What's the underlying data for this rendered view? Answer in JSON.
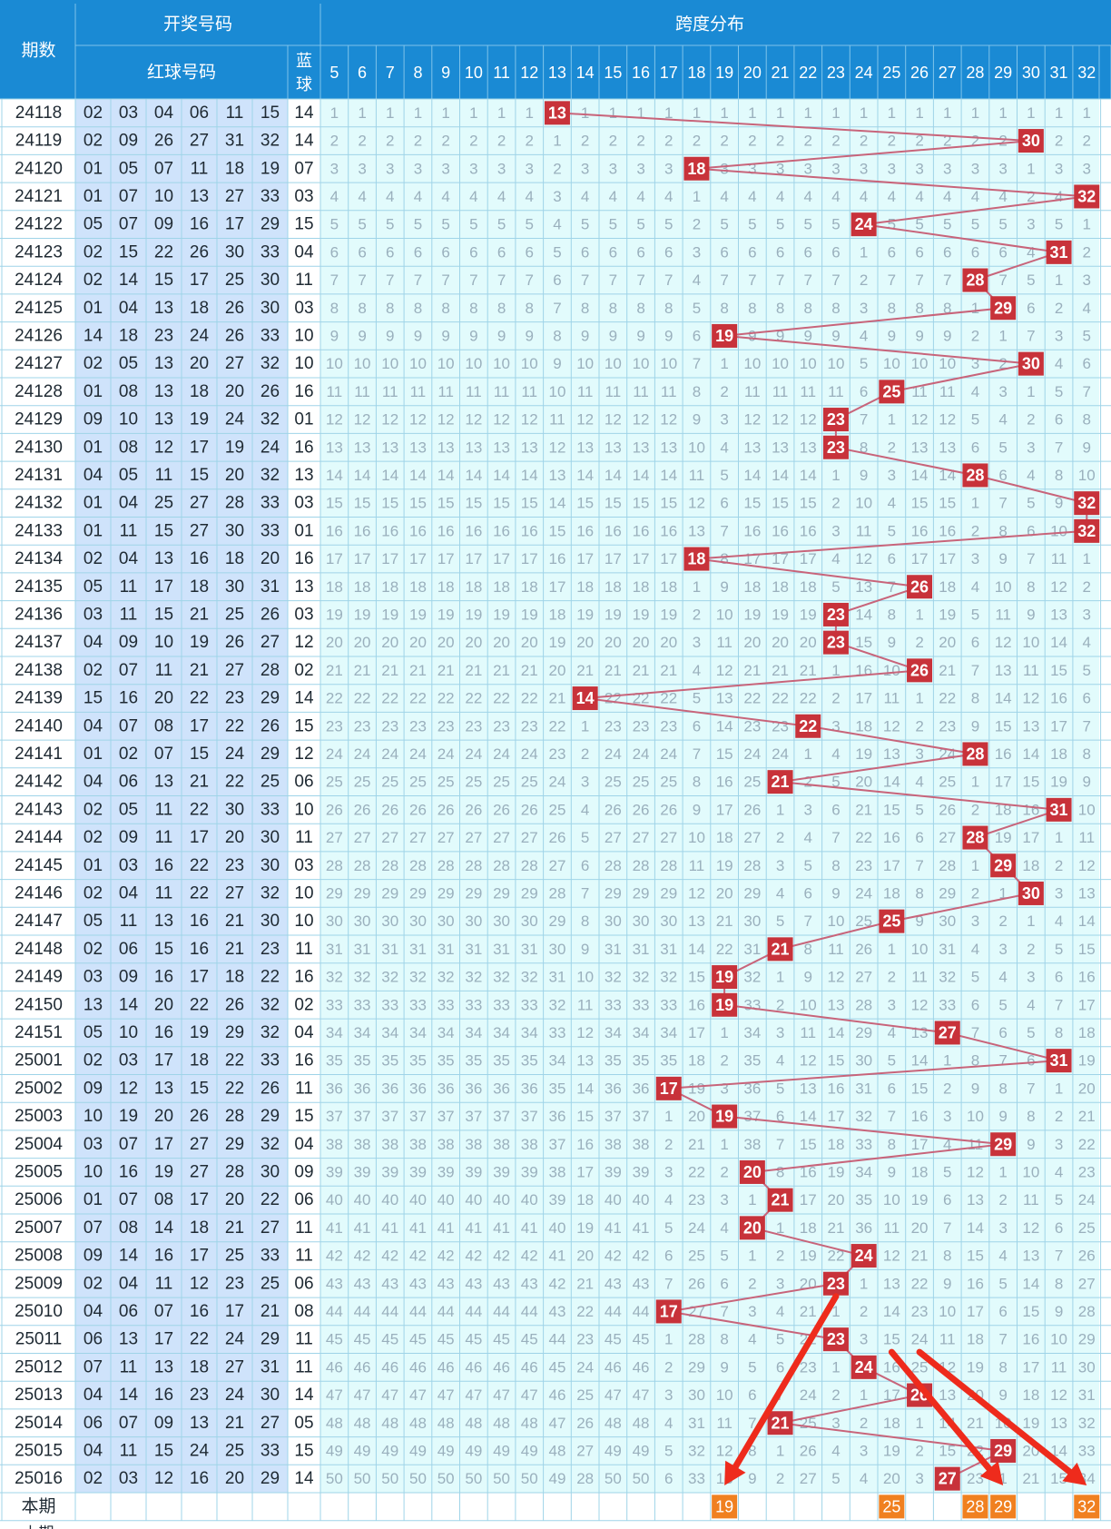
{
  "header": {
    "issue_label": "期数",
    "draw_group_label": "开奖号码",
    "red_label": "红球号码",
    "blue_label": "蓝球",
    "span_group_label": "跨度分布",
    "current_row_label": "本期",
    "next_row_label": "上期"
  },
  "colors": {
    "header_bg": "#1a8ad4",
    "grid_line": "#9fd4e8",
    "miss_text": "#9ab0bd",
    "hit_red": "#c8323a",
    "hit_orange": "#f08020",
    "arrow_red": "#ee2b1c",
    "line_color": "#c8647a"
  },
  "chart_data": {
    "type": "table",
    "title": "跨度分布",
    "span_columns": [
      5,
      6,
      7,
      8,
      9,
      10,
      11,
      12,
      13,
      14,
      15,
      16,
      17,
      18,
      19,
      20,
      21,
      22,
      23,
      24,
      25,
      26,
      27,
      28,
      29,
      30,
      31,
      32
    ],
    "rows": [
      {
        "issue": "24118",
        "red": [
          "02",
          "03",
          "04",
          "06",
          "11",
          "15"
        ],
        "blue": "14",
        "span": 13
      },
      {
        "issue": "24119",
        "red": [
          "02",
          "09",
          "26",
          "27",
          "31",
          "32"
        ],
        "blue": "14",
        "span": 30
      },
      {
        "issue": "24120",
        "red": [
          "01",
          "05",
          "07",
          "11",
          "18",
          "19"
        ],
        "blue": "07",
        "span": 18
      },
      {
        "issue": "24121",
        "red": [
          "01",
          "07",
          "10",
          "13",
          "27",
          "33"
        ],
        "blue": "03",
        "span": 32
      },
      {
        "issue": "24122",
        "red": [
          "05",
          "07",
          "09",
          "16",
          "17",
          "29"
        ],
        "blue": "15",
        "span": 24
      },
      {
        "issue": "24123",
        "red": [
          "02",
          "15",
          "22",
          "26",
          "30",
          "33"
        ],
        "blue": "04",
        "span": 31
      },
      {
        "issue": "24124",
        "red": [
          "02",
          "14",
          "15",
          "17",
          "25",
          "30"
        ],
        "blue": "11",
        "span": 28
      },
      {
        "issue": "24125",
        "red": [
          "01",
          "04",
          "13",
          "18",
          "26",
          "30"
        ],
        "blue": "03",
        "span": 29
      },
      {
        "issue": "24126",
        "red": [
          "14",
          "18",
          "23",
          "24",
          "26",
          "33"
        ],
        "blue": "10",
        "span": 19
      },
      {
        "issue": "24127",
        "red": [
          "02",
          "05",
          "13",
          "20",
          "27",
          "32"
        ],
        "blue": "10",
        "span": 30
      },
      {
        "issue": "24128",
        "red": [
          "01",
          "08",
          "13",
          "18",
          "20",
          "26"
        ],
        "blue": "16",
        "span": 25
      },
      {
        "issue": "24129",
        "red": [
          "09",
          "10",
          "13",
          "19",
          "24",
          "32"
        ],
        "blue": "01",
        "span": 23
      },
      {
        "issue": "24130",
        "red": [
          "01",
          "08",
          "12",
          "17",
          "19",
          "24"
        ],
        "blue": "16",
        "span": 23
      },
      {
        "issue": "24131",
        "red": [
          "04",
          "05",
          "11",
          "15",
          "20",
          "32"
        ],
        "blue": "13",
        "span": 28
      },
      {
        "issue": "24132",
        "red": [
          "01",
          "04",
          "25",
          "27",
          "28",
          "33"
        ],
        "blue": "03",
        "span": 32
      },
      {
        "issue": "24133",
        "red": [
          "01",
          "11",
          "15",
          "27",
          "30",
          "33"
        ],
        "blue": "01",
        "span": 32
      },
      {
        "issue": "24134",
        "red": [
          "02",
          "04",
          "13",
          "16",
          "18",
          "20"
        ],
        "blue": "16",
        "span": 18
      },
      {
        "issue": "24135",
        "red": [
          "05",
          "11",
          "17",
          "18",
          "30",
          "31"
        ],
        "blue": "13",
        "span": 26
      },
      {
        "issue": "24136",
        "red": [
          "03",
          "11",
          "15",
          "21",
          "25",
          "26"
        ],
        "blue": "03",
        "span": 23
      },
      {
        "issue": "24137",
        "red": [
          "04",
          "09",
          "10",
          "19",
          "26",
          "27"
        ],
        "blue": "12",
        "span": 23
      },
      {
        "issue": "24138",
        "red": [
          "02",
          "07",
          "11",
          "21",
          "27",
          "28"
        ],
        "blue": "02",
        "span": 26
      },
      {
        "issue": "24139",
        "red": [
          "15",
          "16",
          "20",
          "22",
          "23",
          "29"
        ],
        "blue": "14",
        "span": 14
      },
      {
        "issue": "24140",
        "red": [
          "04",
          "07",
          "08",
          "17",
          "22",
          "26"
        ],
        "blue": "15",
        "span": 22
      },
      {
        "issue": "24141",
        "red": [
          "01",
          "02",
          "07",
          "15",
          "24",
          "29"
        ],
        "blue": "12",
        "span": 28
      },
      {
        "issue": "24142",
        "red": [
          "04",
          "06",
          "13",
          "21",
          "22",
          "25"
        ],
        "blue": "06",
        "span": 21
      },
      {
        "issue": "24143",
        "red": [
          "02",
          "05",
          "11",
          "22",
          "30",
          "33"
        ],
        "blue": "10",
        "span": 31
      },
      {
        "issue": "24144",
        "red": [
          "02",
          "09",
          "11",
          "17",
          "20",
          "30"
        ],
        "blue": "11",
        "span": 28
      },
      {
        "issue": "24145",
        "red": [
          "01",
          "03",
          "16",
          "22",
          "23",
          "30"
        ],
        "blue": "03",
        "span": 29
      },
      {
        "issue": "24146",
        "red": [
          "02",
          "04",
          "11",
          "22",
          "27",
          "32"
        ],
        "blue": "10",
        "span": 30
      },
      {
        "issue": "24147",
        "red": [
          "05",
          "11",
          "13",
          "16",
          "21",
          "30"
        ],
        "blue": "10",
        "span": 25
      },
      {
        "issue": "24148",
        "red": [
          "02",
          "06",
          "15",
          "16",
          "21",
          "23"
        ],
        "blue": "11",
        "span": 21
      },
      {
        "issue": "24149",
        "red": [
          "03",
          "09",
          "16",
          "17",
          "18",
          "22"
        ],
        "blue": "16",
        "span": 19
      },
      {
        "issue": "24150",
        "red": [
          "13",
          "14",
          "20",
          "22",
          "26",
          "32"
        ],
        "blue": "02",
        "span": 19
      },
      {
        "issue": "24151",
        "red": [
          "05",
          "10",
          "16",
          "19",
          "29",
          "32"
        ],
        "blue": "04",
        "span": 27
      },
      {
        "issue": "25001",
        "red": [
          "02",
          "03",
          "17",
          "18",
          "22",
          "33"
        ],
        "blue": "16",
        "span": 31
      },
      {
        "issue": "25002",
        "red": [
          "09",
          "12",
          "13",
          "15",
          "22",
          "26"
        ],
        "blue": "11",
        "span": 17
      },
      {
        "issue": "25003",
        "red": [
          "10",
          "19",
          "20",
          "26",
          "28",
          "29"
        ],
        "blue": "15",
        "span": 19
      },
      {
        "issue": "25004",
        "red": [
          "03",
          "07",
          "17",
          "27",
          "29",
          "32"
        ],
        "blue": "04",
        "span": 29
      },
      {
        "issue": "25005",
        "red": [
          "10",
          "16",
          "19",
          "27",
          "28",
          "30"
        ],
        "blue": "09",
        "span": 20
      },
      {
        "issue": "25006",
        "red": [
          "01",
          "07",
          "08",
          "17",
          "20",
          "22"
        ],
        "blue": "06",
        "span": 21
      },
      {
        "issue": "25007",
        "red": [
          "07",
          "08",
          "14",
          "18",
          "21",
          "27"
        ],
        "blue": "11",
        "span": 20
      },
      {
        "issue": "25008",
        "red": [
          "09",
          "14",
          "16",
          "17",
          "25",
          "33"
        ],
        "blue": "11",
        "span": 24
      },
      {
        "issue": "25009",
        "red": [
          "02",
          "04",
          "11",
          "12",
          "23",
          "25"
        ],
        "blue": "06",
        "span": 23
      },
      {
        "issue": "25010",
        "red": [
          "04",
          "06",
          "07",
          "16",
          "17",
          "21"
        ],
        "blue": "08",
        "span": 17
      },
      {
        "issue": "25011",
        "red": [
          "06",
          "13",
          "17",
          "22",
          "24",
          "29"
        ],
        "blue": "11",
        "span": 23
      },
      {
        "issue": "25012",
        "red": [
          "07",
          "11",
          "13",
          "18",
          "27",
          "31"
        ],
        "blue": "11",
        "span": 24
      },
      {
        "issue": "25013",
        "red": [
          "04",
          "14",
          "16",
          "23",
          "24",
          "30"
        ],
        "blue": "14",
        "span": 26
      },
      {
        "issue": "25014",
        "red": [
          "06",
          "07",
          "09",
          "13",
          "21",
          "27"
        ],
        "blue": "05",
        "span": 21
      },
      {
        "issue": "25015",
        "red": [
          "04",
          "11",
          "15",
          "24",
          "25",
          "33"
        ],
        "blue": "15",
        "span": 29
      },
      {
        "issue": "25016",
        "red": [
          "02",
          "03",
          "12",
          "16",
          "20",
          "29"
        ],
        "blue": "14",
        "span": 27
      }
    ],
    "current_picks": [
      19,
      25,
      28,
      29,
      32
    ],
    "arrows": [
      {
        "from_issue": "25009",
        "from_span": 23,
        "to_span": 19
      },
      {
        "from_issue": "25011",
        "from_span": 25,
        "to_span": 29
      },
      {
        "from_issue": "25011",
        "from_span": 26,
        "to_span": 32
      }
    ]
  }
}
